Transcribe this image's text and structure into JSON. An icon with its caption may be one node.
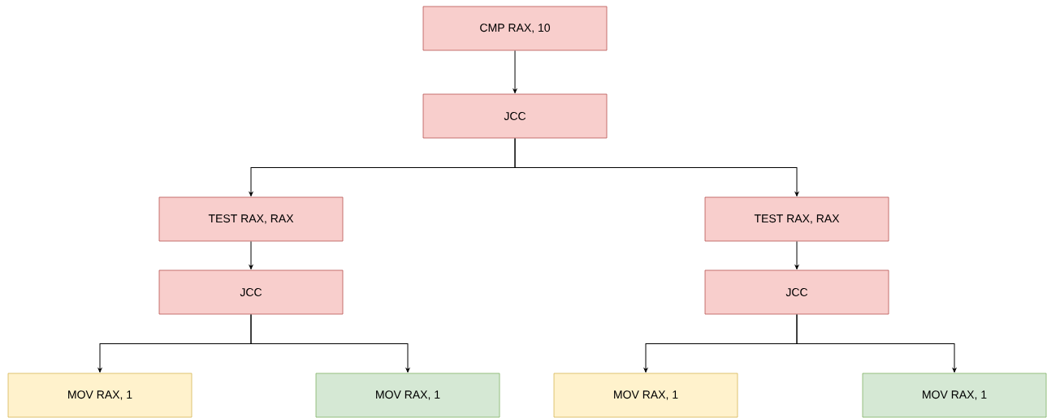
{
  "diagram": {
    "nodes": [
      {
        "text": [
          "CMP RAX, 10"
        ]
      },
      {
        "text": [
          "JCC"
        ]
      },
      {
        "text": [
          "TEST RAX, RAX"
        ]
      },
      {
        "text": [
          "JCC"
        ]
      },
      {
        "text": [
          "TEST RAX, RAX"
        ]
      },
      {
        "text": [
          "JCC"
        ]
      },
      {
        "text": [
          "MOV RAX, 1"
        ]
      },
      {
        "text": [
          "MOV RAX, 1"
        ]
      },
      {
        "text": [
          "MOV RAX, 1"
        ]
      },
      {
        "text": [
          "MOV RAX, 1"
        ]
      }
    ],
    "edges": [
      {
        "from": 0,
        "to": 1,
        "arrow": "to"
      },
      {
        "from": 1,
        "to": 2,
        "arrow": "to"
      },
      {
        "from": 1,
        "to": 4,
        "arrow": "to"
      },
      {
        "from": 2,
        "to": 3,
        "arrow": "to"
      },
      {
        "from": 3,
        "to": 6,
        "arrow": "to"
      },
      {
        "from": 3,
        "to": 7,
        "arrow": "to"
      },
      {
        "from": 4,
        "to": 5,
        "arrow": "to"
      },
      {
        "from": 5,
        "to": 8,
        "arrow": "to"
      },
      {
        "from": 5,
        "to": 9,
        "arrow": "to"
      }
    ]
  }
}
